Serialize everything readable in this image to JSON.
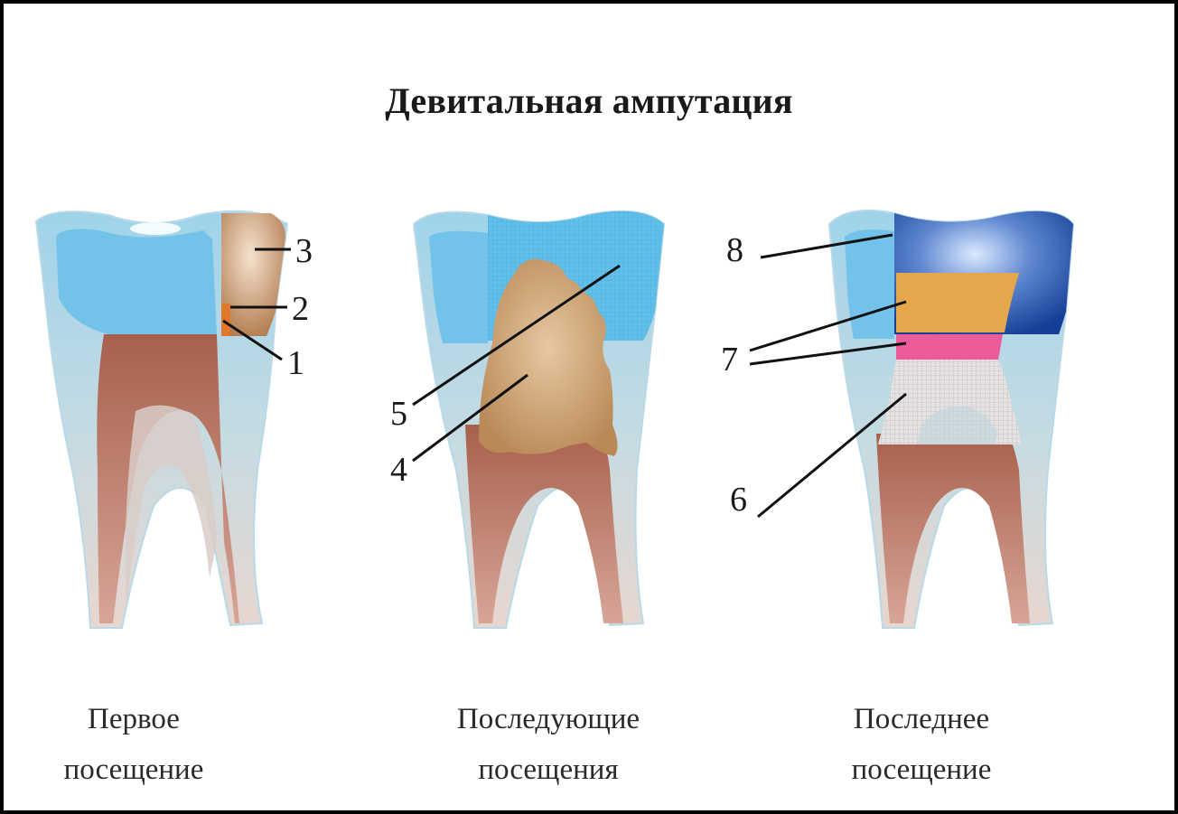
{
  "title": "Девитальная ампутация",
  "captions": [
    {
      "line1": "Первое",
      "line2": "посещение"
    },
    {
      "line1": "Последующие",
      "line2": "посещения"
    },
    {
      "line1": "Последнее",
      "line2": "посещение"
    }
  ],
  "labels": {
    "n1": "1",
    "n2": "2",
    "n3": "3",
    "n4": "4",
    "n5": "5",
    "n6": "6",
    "n7": "7",
    "n8": "8"
  },
  "colors": {
    "enamel": "#a9dcf2",
    "dentin": "#7cc6ea",
    "pulp": "#b26a55",
    "root": "#d8c7bf",
    "paste_brown": "#c99a6c",
    "temp_filling": "#6cc2ea",
    "final_filling": "#1f4ea3",
    "liner_orange": "#e6a64c",
    "liner_pink": "#ec5c9a"
  }
}
